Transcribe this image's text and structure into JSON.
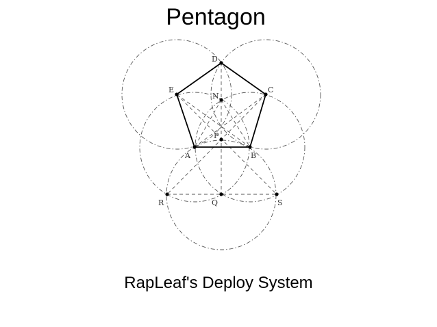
{
  "title": "Pentagon",
  "subtitle": "RapLeaf's Deploy System",
  "points": {
    "A": "A",
    "B": "B",
    "C": "C",
    "D": "D",
    "E": "E",
    "N": "N",
    "P": "P",
    "Q": "Q",
    "R": "R",
    "S": "S"
  },
  "colors": {
    "stroke": "#000000",
    "construction": "#555555"
  }
}
